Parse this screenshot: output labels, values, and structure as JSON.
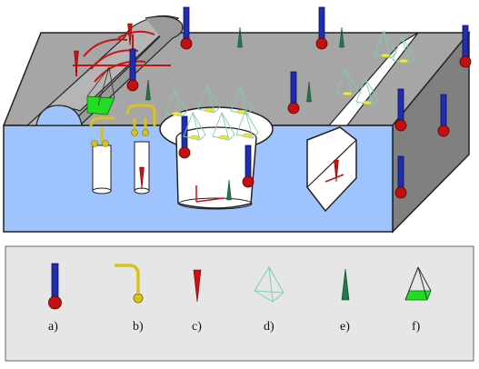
{
  "legend": {
    "items": [
      {
        "label": "a)",
        "icon": "blue-probe-red-ball-icon"
      },
      {
        "label": "b)",
        "icon": "yellow-bent-probe-icon"
      },
      {
        "label": "c)",
        "icon": "red-cone-icon"
      },
      {
        "label": "d)",
        "icon": "green-wire-pyramid-icon"
      },
      {
        "label": "e)",
        "icon": "dark-green-cone-icon"
      },
      {
        "label": "f)",
        "icon": "pyramid-green-base-icon"
      }
    ]
  },
  "colors": {
    "top_face": "#a6a6a6",
    "front_face": "#9fc3fd",
    "side_face": "#808080",
    "probe_stem": "#1f2db0",
    "probe_ball": "#c01010",
    "yellow_probe": "#d9c21a",
    "cone_red": "#cc1111",
    "pyramid_green": "#7fcfa4",
    "dark_cone": "#1e7a4a",
    "legend_bg": "#e6e6e6"
  }
}
